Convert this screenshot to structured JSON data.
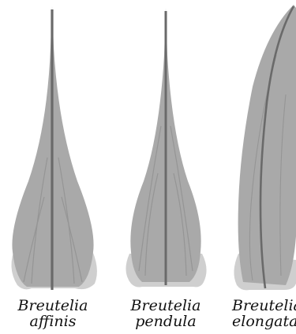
{
  "colors": {
    "blade": "#a9a9a9",
    "base_lobes": "#cfcfcf",
    "costa": "#6a6a6a",
    "striations": "#959595",
    "caption_text": "#111111"
  },
  "specimens": [
    {
      "genus": "Breutelia",
      "species": "affinis"
    },
    {
      "genus": "Breutelia",
      "species": "pendula"
    },
    {
      "genus": "Breutelia",
      "species": "elongata"
    }
  ]
}
